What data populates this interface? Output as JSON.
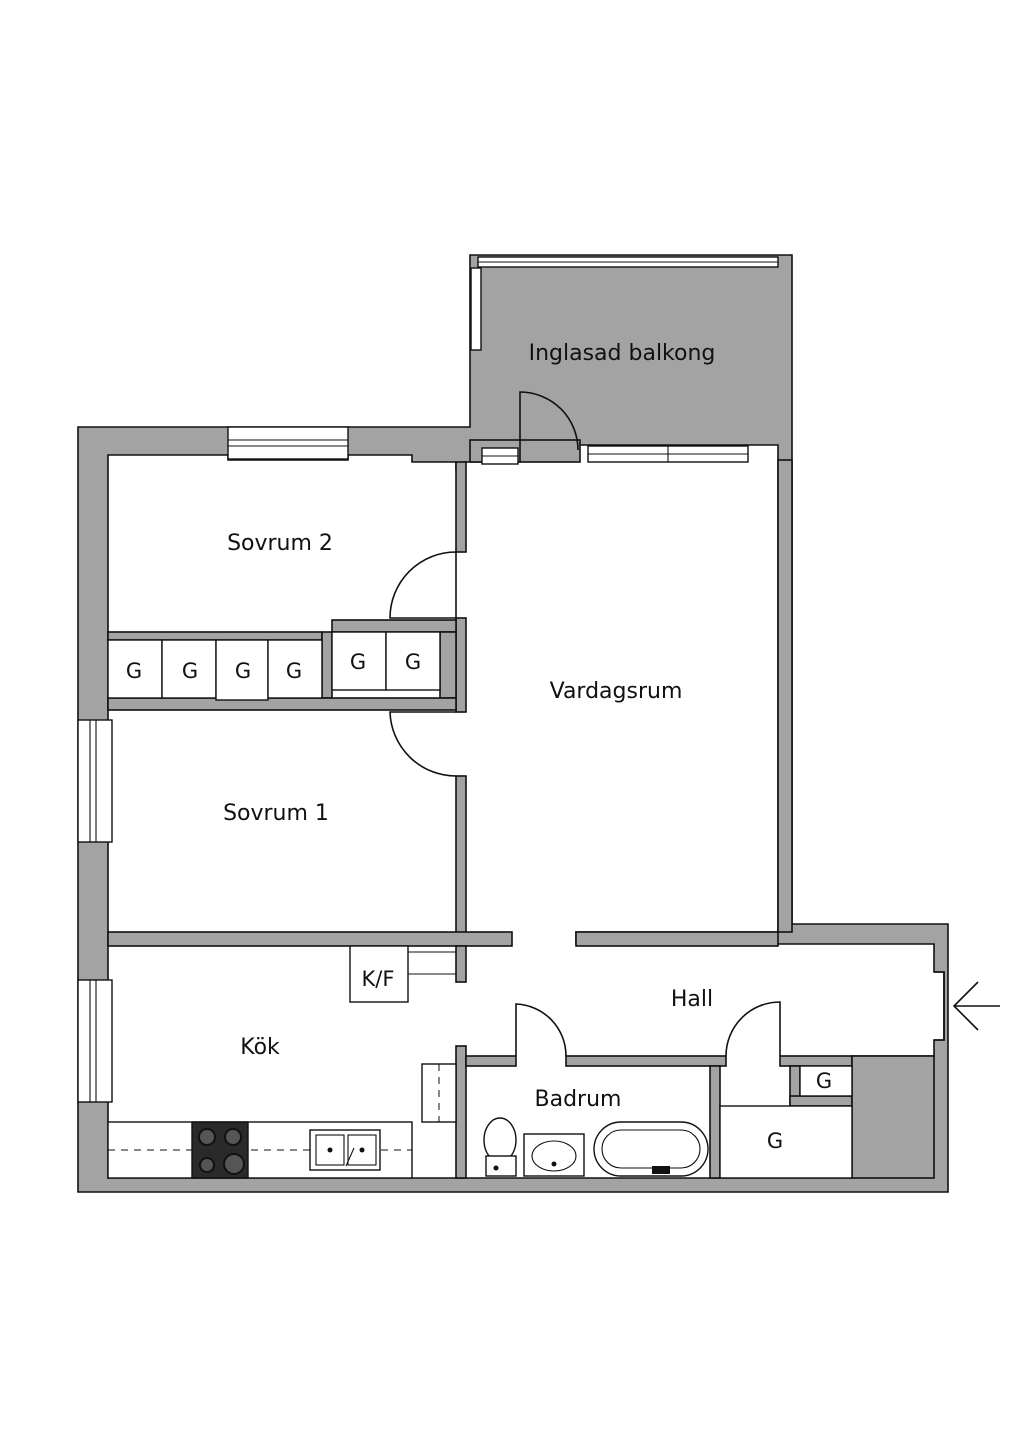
{
  "rooms": {
    "balcony": "Inglasad balkong",
    "bedroom2": "Sovrum 2",
    "living": "Vardagsrum",
    "bedroom1": "Sovrum 1",
    "kitchen": "Kök",
    "hall": "Hall",
    "bathroom": "Badrum"
  },
  "fixtures": {
    "closet": "G",
    "fridge_freezer": "K/F"
  },
  "colors": {
    "wall": "#a3a3a3",
    "line": "#111111",
    "background": "#ffffff"
  }
}
